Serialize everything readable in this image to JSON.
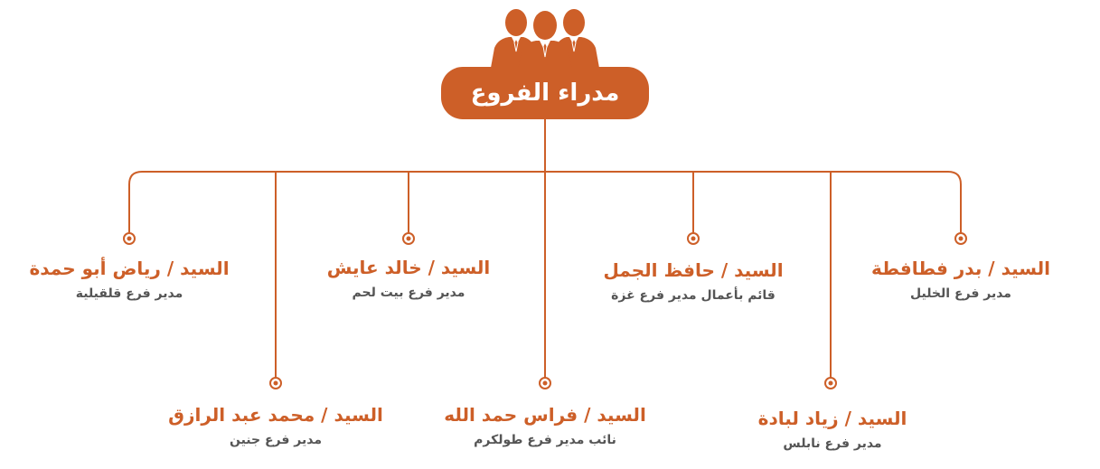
{
  "title": "مدراء الفروع",
  "icon": "group-of-managers-icon",
  "colors": {
    "accent": "#cd5f28",
    "line": "#cd5f28",
    "role_text": "#555555"
  },
  "managers": [
    {
      "name": "السيد / بدر فطافطة",
      "role": "مدير فرع الخليل"
    },
    {
      "name": "السيد / زياد لبادة",
      "role": "مدير فرع نابلس"
    },
    {
      "name": "السيد / حافظ الجمل",
      "role": "قائم بأعمال مدير فرع غزة"
    },
    {
      "name": "السيد / فراس حمد الله",
      "role": "نائب مدير فرع طولكرم"
    },
    {
      "name": "السيد / خالد عايش",
      "role": "مدير فرع بيت لحم"
    },
    {
      "name": "السيد / محمد عبد الرازق",
      "role": "مدير فرع جنين"
    },
    {
      "name": "السيد / رياض أبو حمدة",
      "role": "مدير فرع قلقيلية"
    }
  ]
}
